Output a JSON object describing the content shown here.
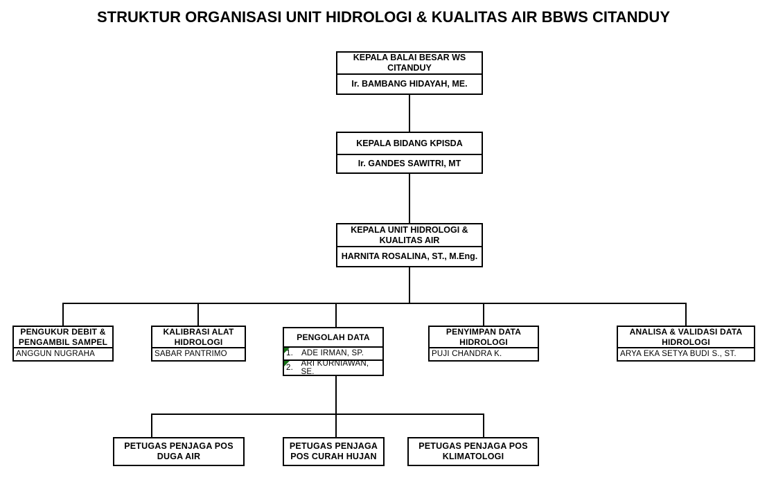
{
  "title": "STRUKTUR ORGANISASI UNIT HIDROLOGI & KUALITAS AIR BBWS CITANDUY",
  "colors": {
    "line": "#000000",
    "background": "#ffffff",
    "cell_flag_green": "#156e15"
  },
  "org_chart": {
    "level1": {
      "title": "KEPALA BALAI BESAR WS CITANDUY",
      "name": "Ir. BAMBANG HIDAYAH, ME."
    },
    "level2": {
      "title": "KEPALA BIDANG KPISDA",
      "name": "Ir. GANDES SAWITRI, MT"
    },
    "level3": {
      "title": "KEPALA UNIT HIDROLOGI & KUALITAS AIR",
      "name": "HARNITA ROSALINA, ST., M.Eng."
    },
    "level4": [
      {
        "title": "PENGUKUR DEBIT & PENGAMBIL SAMPEL",
        "name": "ANGGUN NUGRAHA"
      },
      {
        "title": "KALIBRASI ALAT HIDROLOGI",
        "name": "SABAR PANTRIMO"
      },
      {
        "title": "PENGOLAH DATA",
        "members": [
          {
            "no": "1.",
            "name": "ADE IRMAN, SP."
          },
          {
            "no": "2.",
            "name": "ARI KURNIAWAN, SE."
          }
        ]
      },
      {
        "title": "PENYIMPAN DATA HIDROLOGI",
        "name": "PUJI CHANDRA K."
      },
      {
        "title": "ANALISA & VALIDASI DATA HIDROLOGI",
        "name": "ARYA EKA SETYA BUDI S., ST."
      }
    ],
    "level5": [
      {
        "title": "PETUGAS PENJAGA POS DUGA AIR"
      },
      {
        "title": "PETUGAS PENJAGA POS CURAH HUJAN"
      },
      {
        "title": "PETUGAS PENJAGA POS KLIMATOLOGI"
      }
    ]
  }
}
